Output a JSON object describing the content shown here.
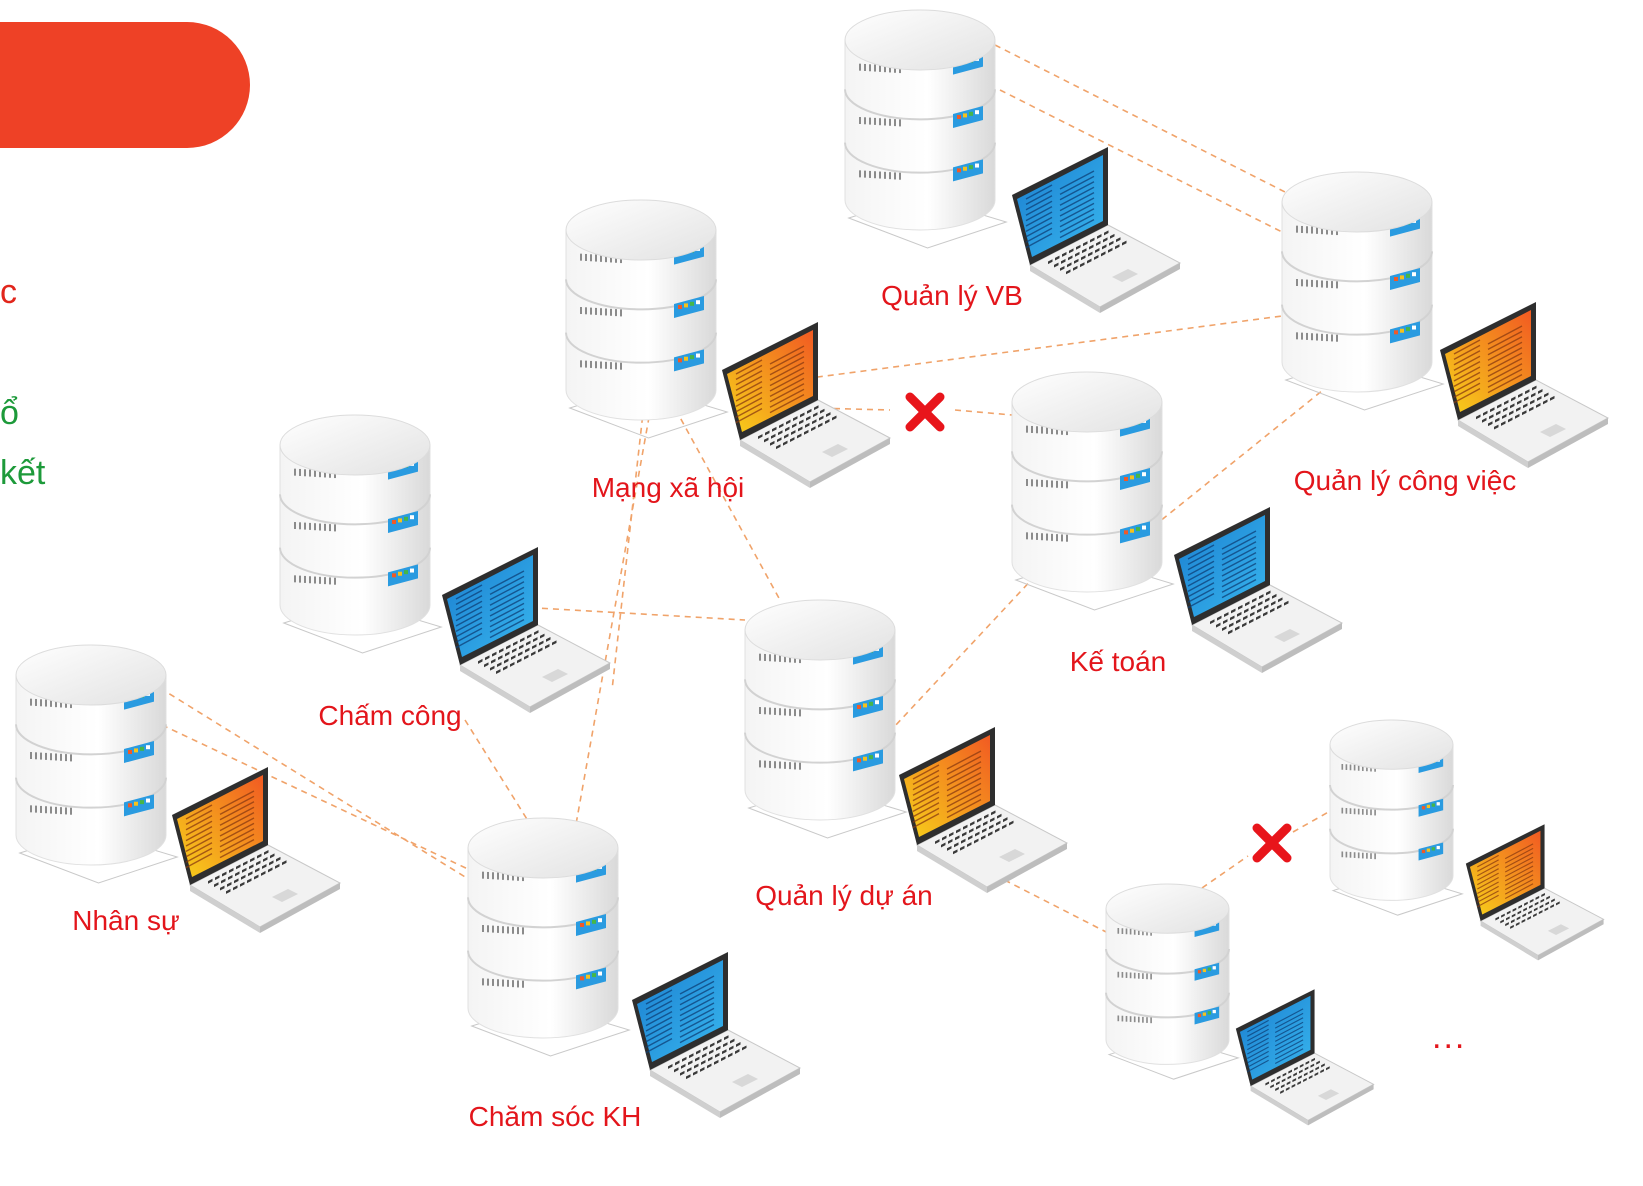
{
  "sidebar": {
    "line_red": "c",
    "line_green_1": "ổ",
    "line_green_2": "kết"
  },
  "colors": {
    "banner": "#ee4126",
    "label": "#e3151b",
    "red_text": "#e1251b",
    "green_text": "#1d9a3a",
    "link": "#f0a36a",
    "disconnect": "#e8151b"
  },
  "nodes": [
    {
      "id": "quan-ly-vb",
      "label": "Quản lý VB",
      "screen": "blue"
    },
    {
      "id": "quan-ly-cong-viec",
      "label": "Quản lý công việc",
      "screen": "orange"
    },
    {
      "id": "mang-xa-hoi",
      "label": "Mạng xã hội",
      "screen": "orange"
    },
    {
      "id": "ke-toan",
      "label": "Kế toán",
      "screen": "blue"
    },
    {
      "id": "cham-cong",
      "label": "Chấm công",
      "screen": "blue"
    },
    {
      "id": "quan-ly-du-an",
      "label": "Quản lý dự án",
      "screen": "orange"
    },
    {
      "id": "nhan-su",
      "label": "Nhân sự",
      "screen": "orange"
    },
    {
      "id": "cham-soc-kh",
      "label": "Chăm sóc KH",
      "screen": "blue"
    },
    {
      "id": "unnamed-1",
      "label": "",
      "screen": "blue"
    },
    {
      "id": "unnamed-2",
      "label": "",
      "screen": "orange"
    }
  ],
  "ellipsis": "...",
  "icons": [
    "server-icon",
    "laptop-icon",
    "disconnect-x-icon"
  ]
}
